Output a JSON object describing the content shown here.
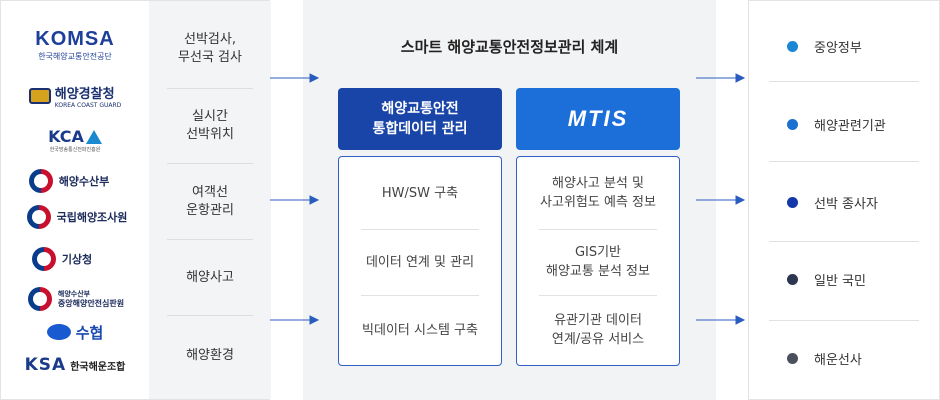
{
  "logos": [
    {
      "name": "KOMSA",
      "sub": "한국해양교통안전공단"
    },
    {
      "name": "해양경찰청",
      "sub": "KOREA COAST GUARD"
    },
    {
      "name": "KCA",
      "sub": "한국방송통신전파진흥원"
    },
    {
      "name": "해양수산부"
    },
    {
      "name": "국립해양조사원"
    },
    {
      "name": "기상청"
    },
    {
      "name": "해양수산부",
      "sub": "중앙해양안전심판원"
    },
    {
      "name": "수협"
    },
    {
      "name": "KSA",
      "sub": "한국해운조합"
    }
  ],
  "categories": [
    "선박검사,\n무선국 검사",
    "실시간\n선박위치",
    "여객선\n운항관리",
    "해양사고",
    "해양환경"
  ],
  "center": {
    "title": "스마트 해양교통안전정보관리 체계",
    "left_box": {
      "header": "해양교통안전\n통합데이터 관리",
      "items": [
        "HW/SW 구축",
        "데이터 연계 및 관리",
        "빅데이터 시스템 구축"
      ]
    },
    "right_box": {
      "header": "MTIS",
      "items": [
        "해양사고 분석 및\n사고위험도 예측 정보",
        "GIS기반\n해양교통 분석 정보",
        "유관기관 데이터\n연계/공유 서비스"
      ]
    }
  },
  "stakeholders": [
    {
      "label": "중앙정부",
      "color": "#1a86d6"
    },
    {
      "label": "해양관련기관",
      "color": "#1a6fd0"
    },
    {
      "label": "선박 종사자",
      "color": "#1438a8"
    },
    {
      "label": "일반 국민",
      "color": "#2c3650"
    },
    {
      "label": "해운선사",
      "color": "#4a4f5c"
    }
  ],
  "colors": {
    "header_dark": "#1a45a8",
    "header_light": "#1c6fd8",
    "arrow": "#2a5cc0"
  }
}
